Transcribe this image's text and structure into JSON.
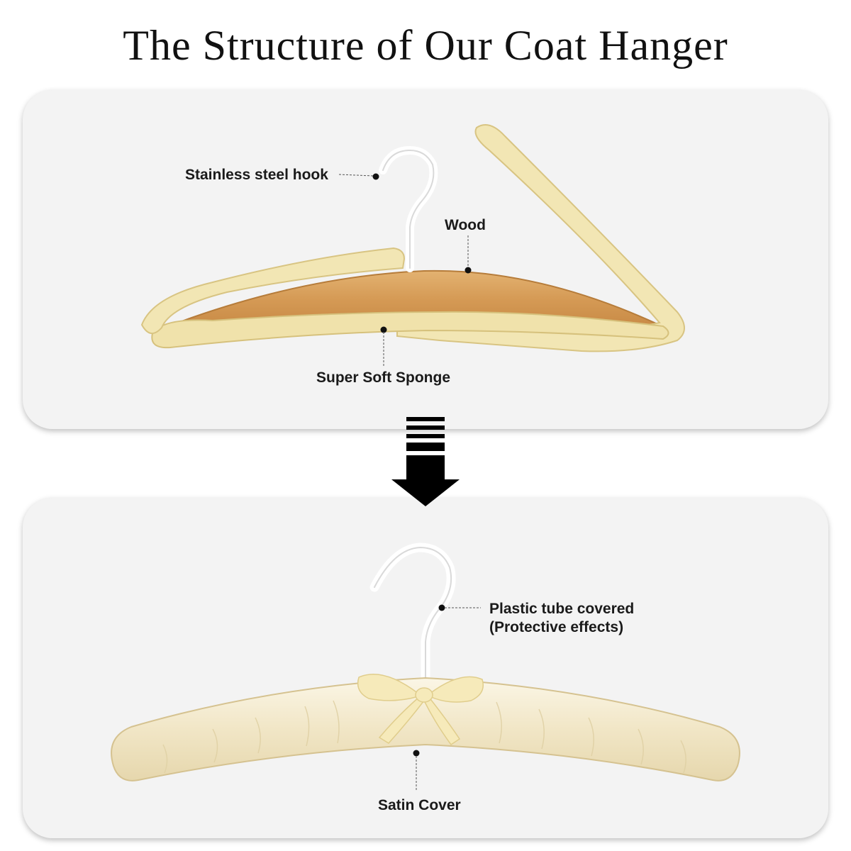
{
  "title": "The Structure of Our Coat Hanger",
  "top_panel": {
    "labels": {
      "hook": "Stainless steel hook",
      "wood": "Wood",
      "sponge": "Super Soft Sponge"
    }
  },
  "bottom_panel": {
    "labels": {
      "tube_line1": "Plastic tube covered",
      "tube_line2": "(Protective effects)",
      "satin": "Satin Cover"
    }
  },
  "colors": {
    "panel": "#f3f3f3",
    "sponge": "#f2e6b4",
    "wood": "#d9a25e",
    "satin": "#f4ecd2",
    "ribbon": "#f6eaba",
    "arrow": "#000000"
  }
}
